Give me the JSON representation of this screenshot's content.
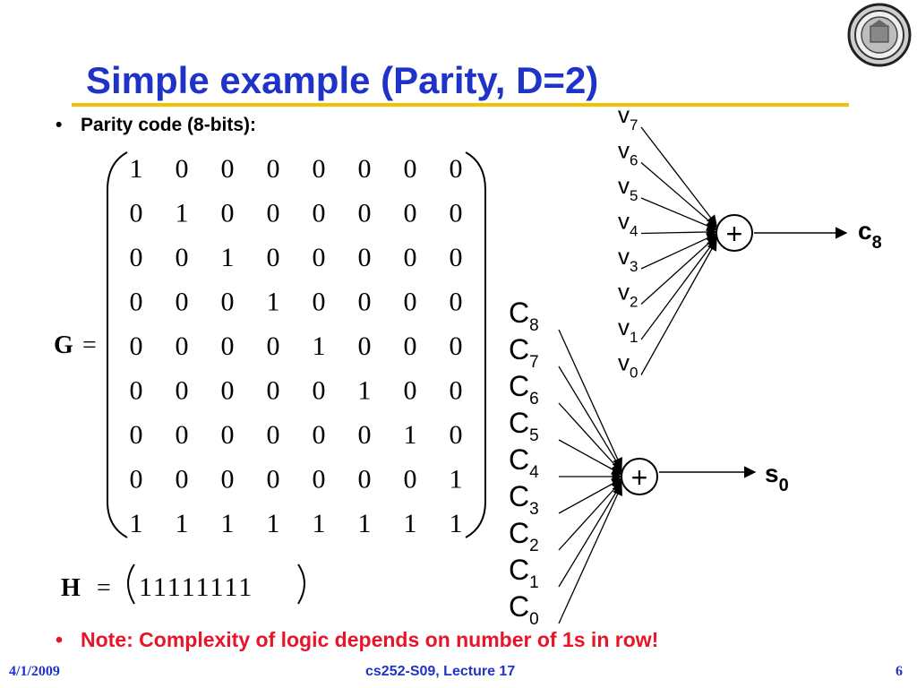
{
  "slide": {
    "title": "Simple example (Parity, D=2)",
    "bullets": [
      {
        "marker": "•",
        "text": "Parity code (8-bits):"
      },
      {
        "marker": "•",
        "text": "Note: Complexity of logic depends on number of 1s in row!"
      }
    ]
  },
  "generator": {
    "label": "G",
    "equals": "=",
    "rows": [
      [
        "1",
        "0",
        "0",
        "0",
        "0",
        "0",
        "0",
        "0"
      ],
      [
        "0",
        "1",
        "0",
        "0",
        "0",
        "0",
        "0",
        "0"
      ],
      [
        "0",
        "0",
        "1",
        "0",
        "0",
        "0",
        "0",
        "0"
      ],
      [
        "0",
        "0",
        "0",
        "1",
        "0",
        "0",
        "0",
        "0"
      ],
      [
        "0",
        "0",
        "0",
        "0",
        "1",
        "0",
        "0",
        "0"
      ],
      [
        "0",
        "0",
        "0",
        "0",
        "0",
        "1",
        "0",
        "0"
      ],
      [
        "0",
        "0",
        "0",
        "0",
        "0",
        "0",
        "1",
        "0"
      ],
      [
        "0",
        "0",
        "0",
        "0",
        "0",
        "0",
        "0",
        "1"
      ],
      [
        "1",
        "1",
        "1",
        "1",
        "1",
        "1",
        "1",
        "1"
      ]
    ]
  },
  "parity_check": {
    "label": "H",
    "equals": "=",
    "row": "11111111"
  },
  "encoder": {
    "inputs": [
      {
        "base": "v",
        "sub": "7"
      },
      {
        "base": "v",
        "sub": "6"
      },
      {
        "base": "v",
        "sub": "5"
      },
      {
        "base": "v",
        "sub": "4"
      },
      {
        "base": "v",
        "sub": "3"
      },
      {
        "base": "v",
        "sub": "2"
      },
      {
        "base": "v",
        "sub": "1"
      },
      {
        "base": "v",
        "sub": "0"
      }
    ],
    "operator": "+",
    "output": {
      "base": "c",
      "sub": "8"
    }
  },
  "checker": {
    "inputs": [
      {
        "base": "C",
        "sub": "8"
      },
      {
        "base": "C",
        "sub": "7"
      },
      {
        "base": "C",
        "sub": "6"
      },
      {
        "base": "C",
        "sub": "5"
      },
      {
        "base": "C",
        "sub": "4"
      },
      {
        "base": "C",
        "sub": "3"
      },
      {
        "base": "C",
        "sub": "2"
      },
      {
        "base": "C",
        "sub": "1"
      },
      {
        "base": "C",
        "sub": "0"
      }
    ],
    "operator": "+",
    "output": {
      "base": "s",
      "sub": "0"
    }
  },
  "footer": {
    "date": "4/1/2009",
    "course": "cs252-S09, Lecture 17",
    "page": "6"
  },
  "colors": {
    "title": "#1f33c9",
    "title_rule": "#f2c200",
    "note": "#e8142a",
    "footer": "#1f33c9"
  },
  "logo": {
    "icon": "university-seal-icon"
  }
}
